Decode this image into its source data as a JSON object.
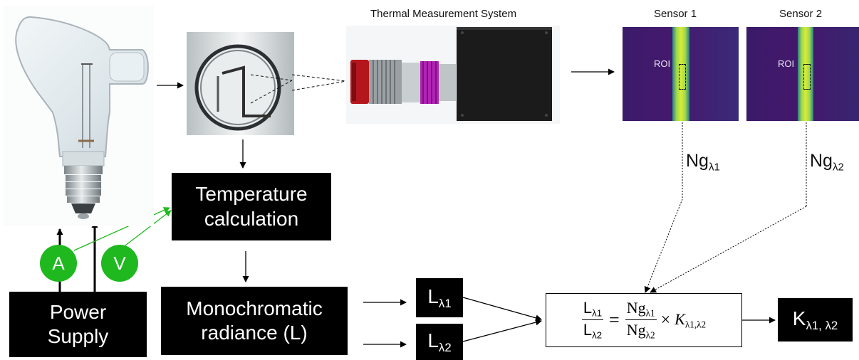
{
  "title": "Thermal Measurement System",
  "sensors": [
    {
      "label": "Sensor 1",
      "roi": "ROI",
      "signal_base": "Ng",
      "signal_sub": "λ1"
    },
    {
      "label": "Sensor 2",
      "roi": "ROI",
      "signal_base": "Ng",
      "signal_sub": "λ2"
    }
  ],
  "blocks": {
    "temperature": {
      "line1": "Temperature",
      "line2": "calculation"
    },
    "monochromatic": {
      "line1": "Monochromatic",
      "line2": "radiance (L)"
    },
    "power": {
      "line1": "Power",
      "line2": "Supply"
    },
    "l1": {
      "base": "L",
      "sub": "λ1"
    },
    "l2": {
      "base": "L",
      "sub": "λ2"
    },
    "k": {
      "base": "K",
      "sub": "λ1, λ2"
    }
  },
  "meters": {
    "ammeter": "A",
    "voltmeter": "V"
  },
  "equation": {
    "lhs_num_base": "L",
    "lhs_num_sub": "λ1",
    "lhs_den_base": "L",
    "lhs_den_sub": "λ2",
    "equals": "=",
    "rhs_num_base": "Ng",
    "rhs_num_sub": "λ1",
    "rhs_den_base": "Ng",
    "rhs_den_sub": "λ2",
    "times": "×",
    "k_base": "K",
    "k_sub": "λ1,λ2"
  },
  "colors": {
    "block": "#000000",
    "meter": "#1fb81f",
    "sensor_background": "#3a1a66",
    "sensor_filament": "#c6e33c"
  }
}
